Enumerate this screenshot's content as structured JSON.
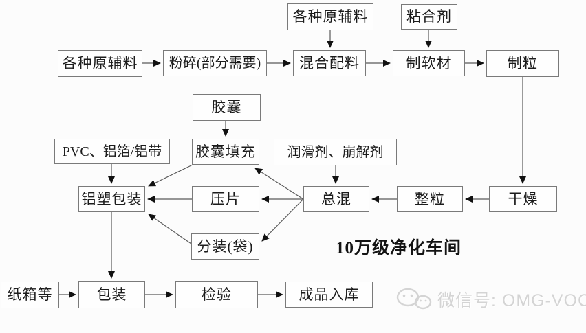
{
  "diagram": {
    "title_annotation": "10万级净化车间",
    "nodes": {
      "raw_top": "各种原辅料",
      "binder": "粘合剂",
      "raw_left": "各种原辅料",
      "crush": "粉碎(部分需要)",
      "mix": "混合配料",
      "soft": "制软材",
      "granule": "制粒",
      "capsule": "胶囊",
      "pvc": "PVC、铝箔/铝带",
      "capfill": "胶囊填充",
      "lubricant": "润滑剂、崩解剂",
      "alupack": "铝塑包装",
      "tablet": "压片",
      "totalmix": "总混",
      "sizing": "整粒",
      "dry": "干燥",
      "split": "分装(袋)",
      "carton": "纸箱等",
      "pack": "包装",
      "inspect": "检验",
      "storage": "成品入库"
    },
    "watermark": "微信号: OMG-VOCs",
    "colors": {
      "box_border": "#7a7a7a",
      "box_fill": "#fefefe",
      "text": "#1c1c1c",
      "connector": "#5a5a5a",
      "arrowhead": "#111111",
      "watermark": "#d4d4d4",
      "background": "#fcfcfc"
    }
  }
}
